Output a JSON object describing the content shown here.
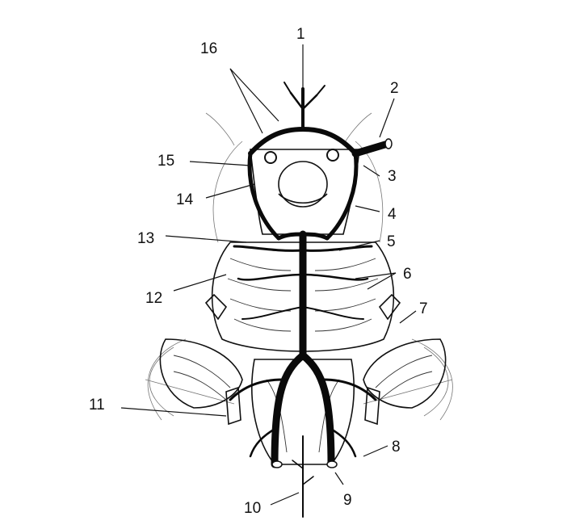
{
  "figure": {
    "labels": [
      {
        "id": "1",
        "text": "1"
      },
      {
        "id": "2",
        "text": "2"
      },
      {
        "id": "3",
        "text": "3"
      },
      {
        "id": "4",
        "text": "4"
      },
      {
        "id": "5",
        "text": "5"
      },
      {
        "id": "6",
        "text": "6"
      },
      {
        "id": "7",
        "text": "7"
      },
      {
        "id": "8",
        "text": "8"
      },
      {
        "id": "9",
        "text": "9"
      },
      {
        "id": "10",
        "text": "10"
      },
      {
        "id": "11",
        "text": "11"
      },
      {
        "id": "12",
        "text": "12"
      },
      {
        "id": "13",
        "text": "13"
      },
      {
        "id": "14",
        "text": "14"
      },
      {
        "id": "15",
        "text": "15"
      },
      {
        "id": "16",
        "text": "16"
      }
    ],
    "colors": {
      "ink": "#111111",
      "vessel": "#0a0a0a",
      "paper": "#ffffff"
    }
  }
}
